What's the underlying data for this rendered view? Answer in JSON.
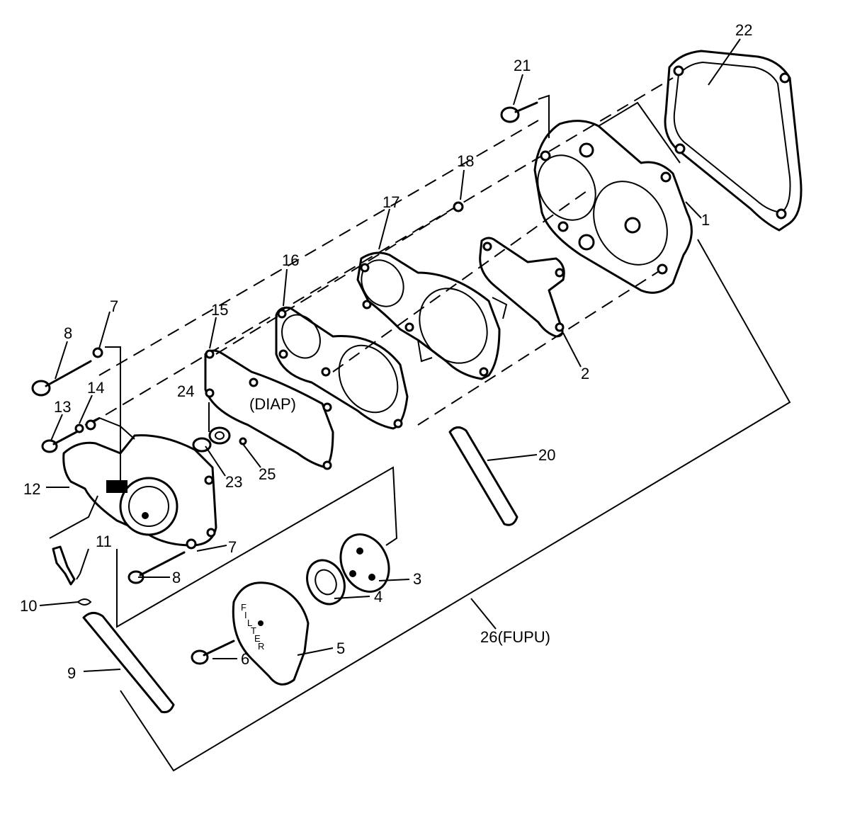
{
  "labels": {
    "l1": "1",
    "l2": "2",
    "l3": "3",
    "l4": "4",
    "l5": "5",
    "l6": "6",
    "l7a": "7",
    "l7b": "7",
    "l8a": "8",
    "l8b": "8",
    "l9": "9",
    "l10": "10",
    "l11": "11",
    "l12": "12",
    "l13": "13",
    "l14": "14",
    "l15": "15",
    "l16": "16",
    "l17": "17",
    "l18": "18",
    "l20": "20",
    "l21": "21",
    "l22": "22",
    "l23": "23",
    "l24": "24",
    "l25": "25",
    "l26": "26(FUPU)",
    "diap": "(DIAP)"
  },
  "filter_text": [
    "F",
    "I",
    "L",
    "T",
    "E",
    "R"
  ]
}
